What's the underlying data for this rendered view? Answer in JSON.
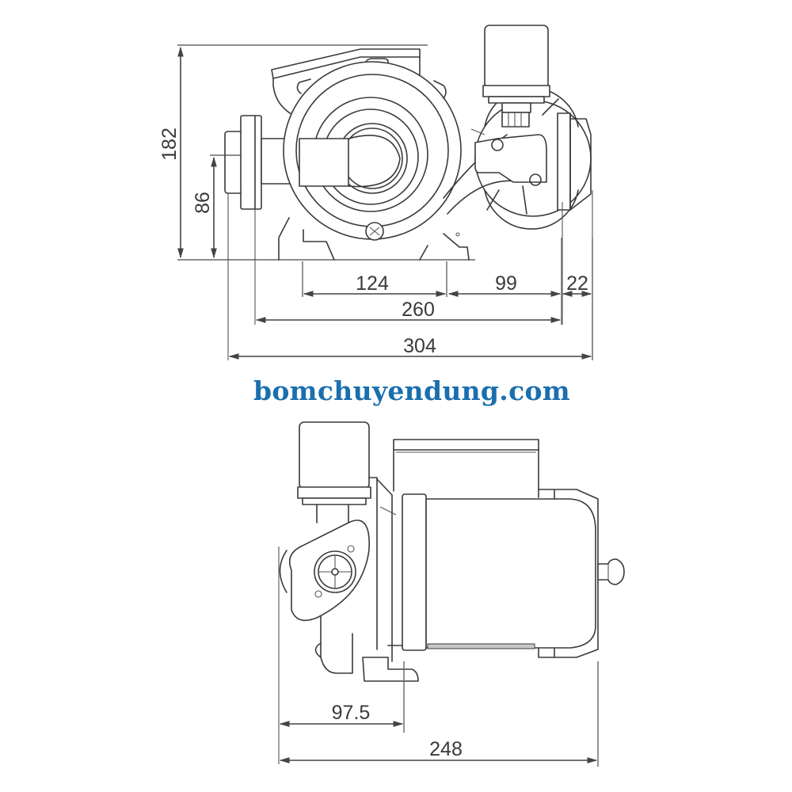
{
  "watermark": {
    "text": "bomchuyendung.com",
    "color": "#1a6fae"
  },
  "front_view": {
    "name": "front-view",
    "dimensions": {
      "height_total": "182",
      "inlet_height": "86",
      "base_span": "124",
      "motor_to_pressure_switch": "99",
      "pressure_switch_offset": "22",
      "body_length": "260",
      "overall_length": "304"
    }
  },
  "side_view": {
    "name": "side-view",
    "dimensions": {
      "outlet_offset": "97.5",
      "overall_depth": "248"
    }
  },
  "colors": {
    "line": "#3a3a3a",
    "dimension_text": "#3a3a3a",
    "background": "#ffffff"
  }
}
